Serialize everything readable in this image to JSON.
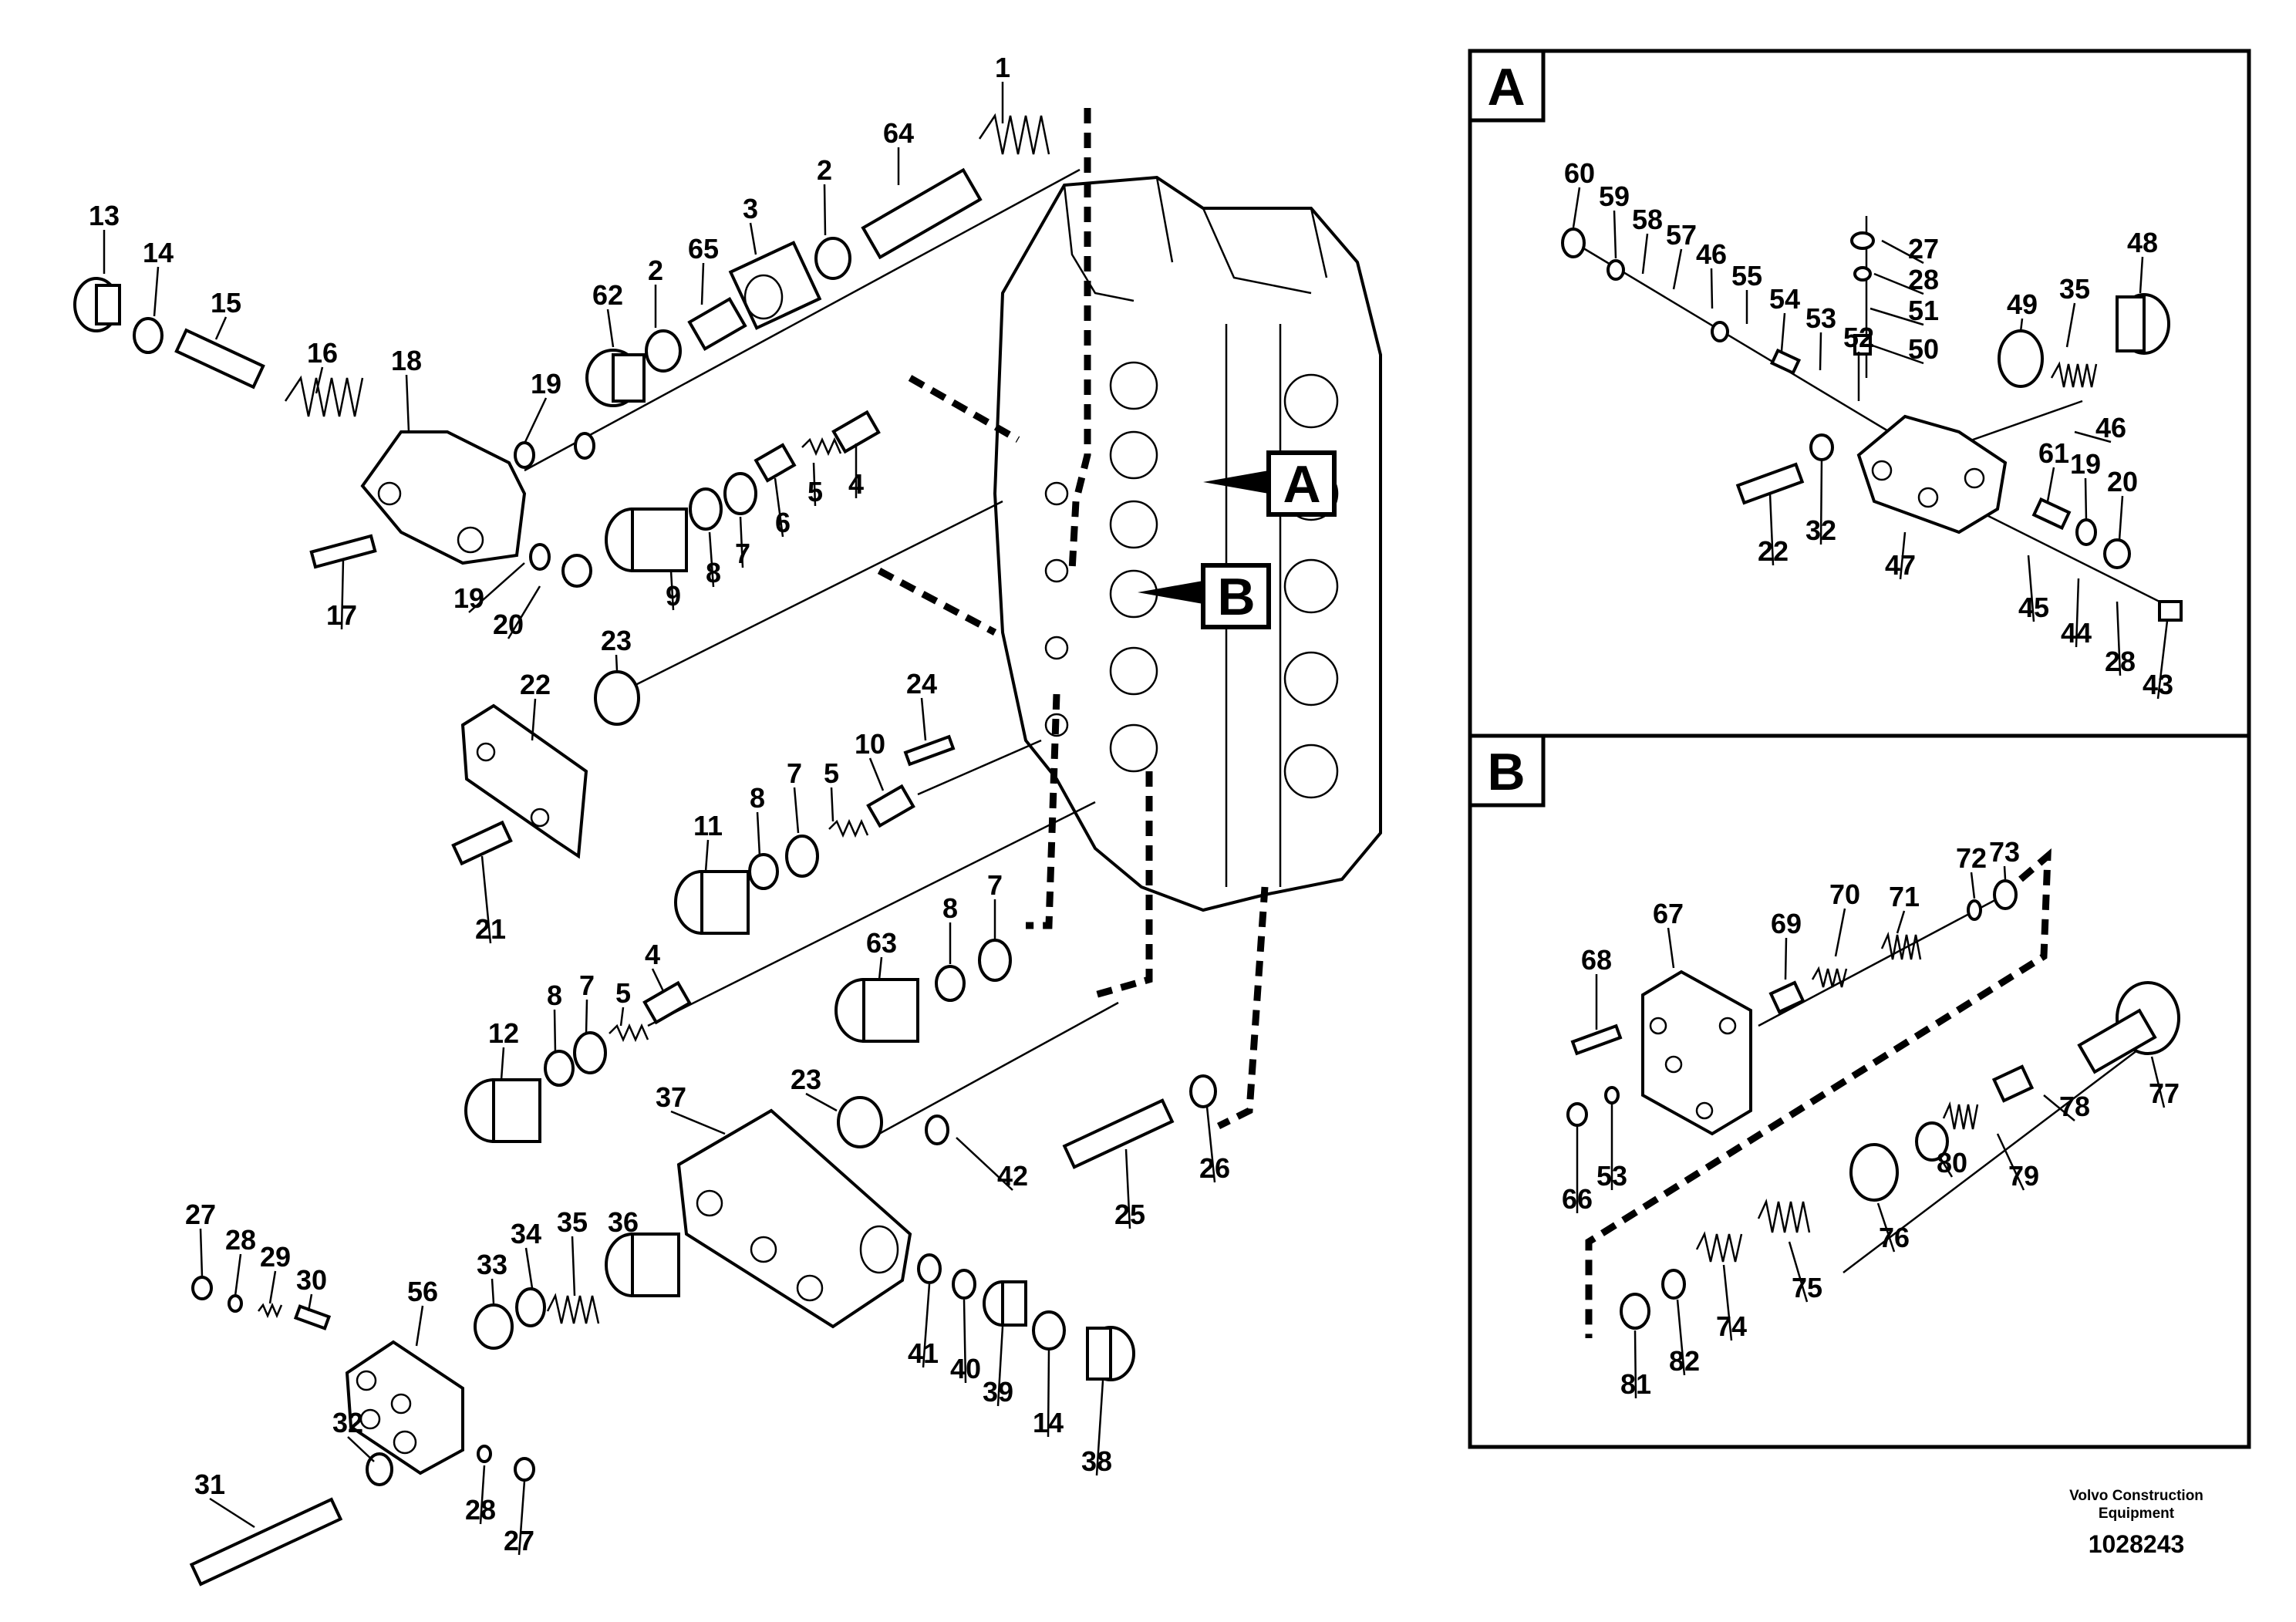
{
  "callouts": {
    "main": [
      "1",
      "64",
      "13",
      "14",
      "15",
      "16",
      "18",
      "2",
      "3",
      "2",
      "65",
      "62",
      "19",
      "19",
      "20",
      "17",
      "4",
      "5",
      "6",
      "7",
      "8",
      "9",
      "22",
      "23",
      "21",
      "24",
      "10",
      "5",
      "7",
      "8",
      "11",
      "4",
      "5",
      "7",
      "8",
      "12",
      "63",
      "8",
      "7",
      "23",
      "37",
      "42",
      "25",
      "26",
      "27",
      "28",
      "29",
      "30",
      "56",
      "33",
      "34",
      "35",
      "36",
      "31",
      "32",
      "28",
      "27",
      "41",
      "40",
      "39",
      "14",
      "38"
    ],
    "detail_a": [
      "60",
      "59",
      "58",
      "57",
      "46",
      "55",
      "54",
      "53",
      "52",
      "27",
      "28",
      "51",
      "50",
      "49",
      "35",
      "48",
      "46",
      "61",
      "19",
      "20",
      "22",
      "32",
      "47",
      "45",
      "44",
      "28",
      "43"
    ],
    "detail_b": [
      "67",
      "68",
      "69",
      "70",
      "71",
      "72",
      "73",
      "66",
      "53",
      "77",
      "78",
      "79",
      "80",
      "76",
      "75",
      "74",
      "82",
      "81"
    ]
  },
  "detail_boxes": {
    "a": "A",
    "b": "B"
  },
  "pointers": {
    "a": "A",
    "b": "B"
  },
  "credit": {
    "line1": "Volvo Construction",
    "line2": "Equipment"
  },
  "document_number": "1028243"
}
